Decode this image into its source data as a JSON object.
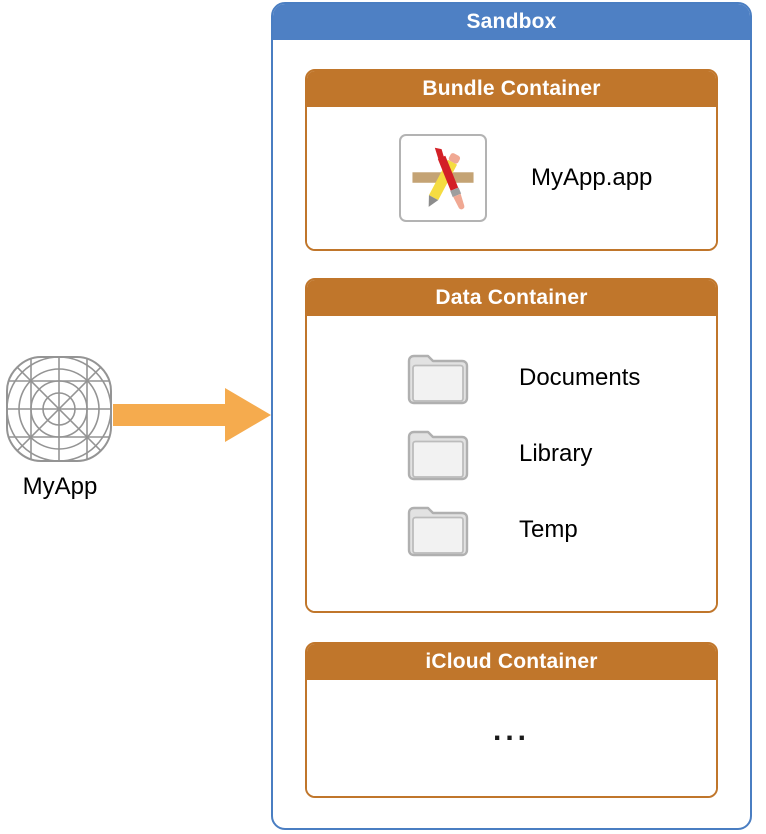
{
  "diagram": {
    "title": "Sandbox",
    "app": {
      "label": "MyApp",
      "icon": "app-grid-template-icon"
    },
    "arrow": {
      "icon": "right-arrow-icon",
      "color": "#F5AB4E"
    },
    "colors": {
      "sandbox_header": "#4E80C4",
      "sandbox_border": "#4A7EC2",
      "container_header": "#C0762B",
      "container_border": "#C0762B",
      "arrow": "#F5AB4E",
      "folder_fill": "#F0F0F0",
      "folder_stroke": "#B0B0B0",
      "background": "#FFFFFF",
      "text": "#000000"
    },
    "containers": [
      {
        "title": "Bundle Container",
        "items": [
          {
            "label": "MyApp.app",
            "icon": "xcode-app-bundle-icon"
          }
        ]
      },
      {
        "title": "Data Container",
        "items": [
          {
            "label": "Documents",
            "icon": "folder-icon"
          },
          {
            "label": "Library",
            "icon": "folder-icon"
          },
          {
            "label": "Temp",
            "icon": "folder-icon"
          }
        ]
      },
      {
        "title": "iCloud Container",
        "items": [
          {
            "label": "...",
            "icon": "ellipsis-icon"
          }
        ]
      }
    ]
  }
}
